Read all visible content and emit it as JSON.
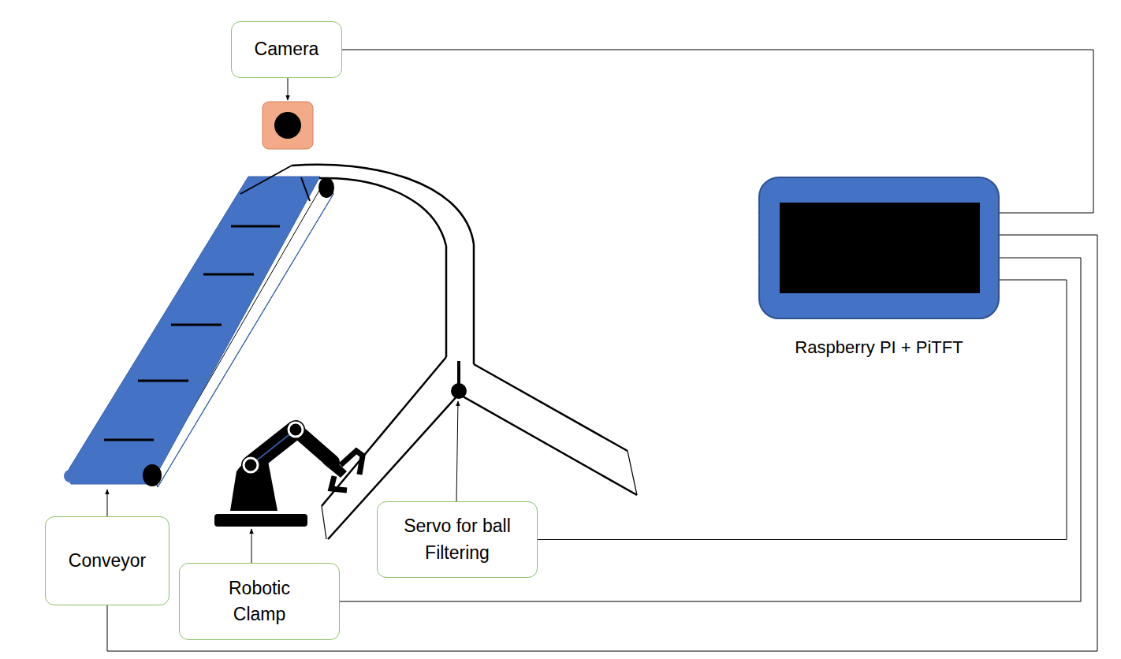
{
  "diagram": {
    "nodes": [
      {
        "text": [
          "Camera"
        ]
      },
      {
        "text": [
          "Raspberry PI + PiTFT"
        ]
      },
      {
        "text": [
          "Servo for ball Filtering"
        ]
      },
      {
        "text": [
          "Conveyor"
        ]
      },
      {
        "text": [
          "Robotic Clamp"
        ]
      }
    ],
    "edges": [
      {
        "from": 0,
        "to": 1,
        "arrow": "to"
      },
      {
        "from": 3,
        "to": 1,
        "arrow": "to"
      },
      {
        "from": 4,
        "to": 1,
        "arrow": "to"
      },
      {
        "from": 2,
        "to": 1,
        "arrow": "to"
      }
    ]
  }
}
